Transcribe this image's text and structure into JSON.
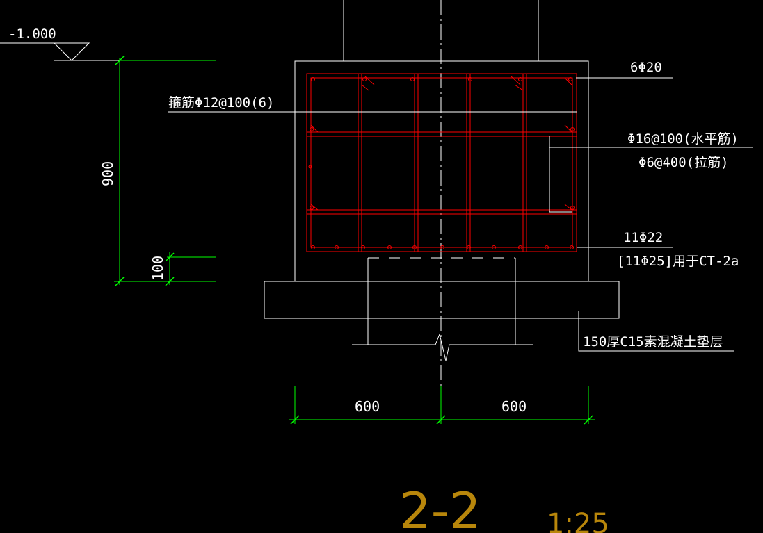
{
  "drawing": {
    "elevation_label": "-1.000",
    "annotations": {
      "top_bars": "6Φ20",
      "stirrups": "箍筋Φ12@100(6)",
      "side_bars_1": "Φ16@100(水平筋)",
      "side_bars_2": "Φ6@400(拉筋)",
      "bottom_bars_1": "11Φ22",
      "bottom_bars_2": "[11Φ25]用于CT-2a",
      "cushion": "150厚C15素混凝土垫层"
    },
    "dimensions": {
      "height_900": "900",
      "height_100": "100",
      "width_left": "600",
      "width_right": "600"
    },
    "section_title": "2-2",
    "scale": "1:25",
    "colors": {
      "background": "#000000",
      "outline": "#ffffff",
      "rebar": "#ff0000",
      "dimension": "#00ff00",
      "title": "#b8860b"
    }
  }
}
